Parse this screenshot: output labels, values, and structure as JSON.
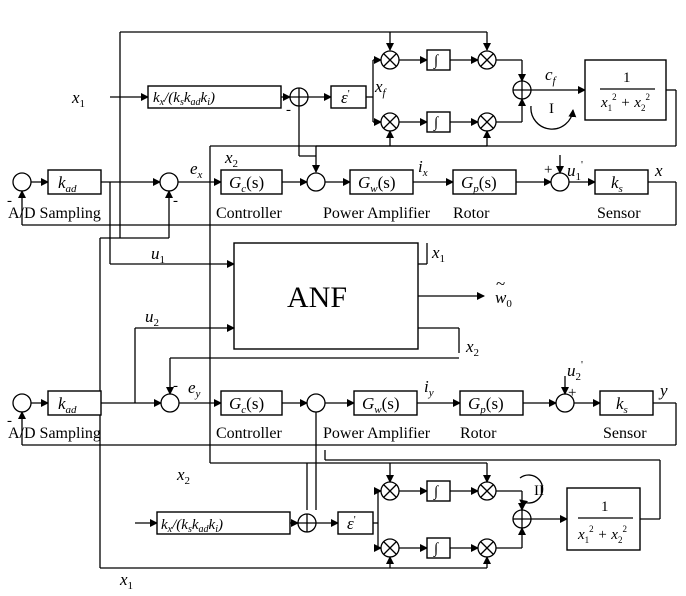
{
  "blocks": {
    "kad": "k",
    "kad_sub": "ad",
    "gc": "G",
    "gc_sub": "c",
    "gc_arg": "(s)",
    "gw": "G",
    "gw_sub": "w",
    "gw_arg": "(s)",
    "gp": "G",
    "gp_sub": "p",
    "gp_arg": "(s)",
    "ks": "k",
    "ks_sub": "s",
    "gain": "k",
    "gain_sub_x": "x",
    "gain_den": "/(k",
    "gain_den_s": "s",
    "gain_den_k": "k",
    "gain_den_ad": "ad",
    "gain_den_k2": "k",
    "gain_den_i": "i",
    "gain_close": ")",
    "eps": "ε",
    "eps_prime": "'",
    "integ": "∫",
    "frac_num": "1",
    "frac_den": "x",
    "frac_den_1": "1",
    "frac_den_plus": " + x",
    "frac_den_2": "2",
    "frac_sq": "2",
    "anf": "ANF"
  },
  "captions": {
    "ad_top": "A/D Sampling",
    "ctrl_top": "Controller",
    "amp_top": "Power Amplifier",
    "rotor_top": "Rotor",
    "sensor_top": "Sensor",
    "ad_bot": "A/D Sampling",
    "ctrl_bot": "Controller",
    "amp_bot": "Power Amplifier",
    "rotor_bot": "Rotor",
    "sensor_bot": "Sensor"
  },
  "signals": {
    "x1": "x",
    "x1_sub": "1",
    "x2": "x",
    "x2_sub": "2",
    "xf": "x",
    "xf_sub": "f",
    "cf": "c",
    "cf_sub": "f",
    "ex": "e",
    "ex_sub": "x",
    "ey": "e",
    "ey_sub": "y",
    "ix": "i",
    "ix_sub": "x",
    "iy": "i",
    "iy_sub": "y",
    "u1p": "u",
    "u1p_sub": "1",
    "u2p": "u",
    "u2p_sub": "2",
    "prime": "'",
    "x_out": "x",
    "y_out": "y",
    "u1": "u",
    "u1_sub": "1",
    "u2": "u",
    "u2_sub": "2",
    "w0": "w",
    "w0_sub": "0",
    "w0_tilde": "~",
    "minus": "-",
    "plus": "+",
    "roman1": "I",
    "roman2": "II"
  }
}
